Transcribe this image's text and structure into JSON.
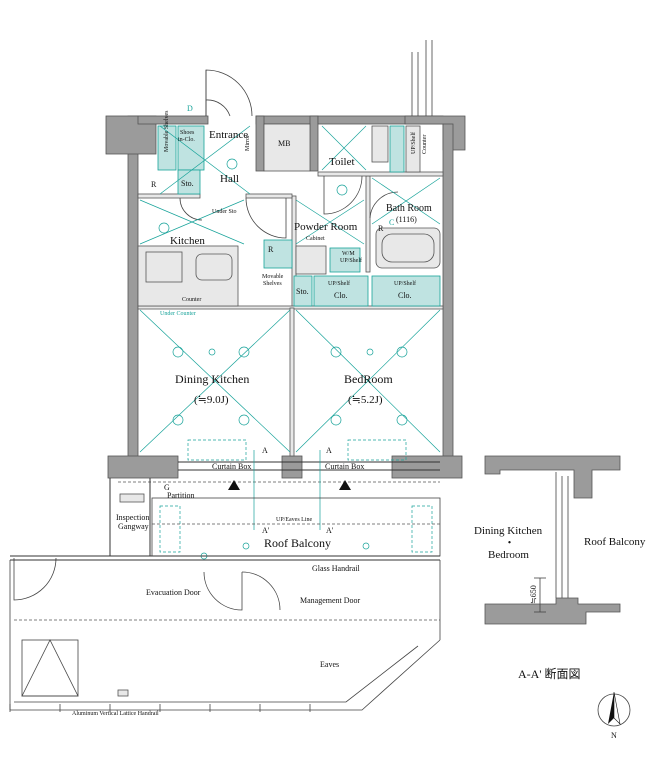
{
  "rooms": {
    "entrance": "Entrance",
    "mb": "MB",
    "toilet": "Toilet",
    "hall": "Hall",
    "kitchen": "Kitchen",
    "powder_room": "Powder Room",
    "bath_room": "Bath Room",
    "bath_size": "(1116)",
    "dining_kitchen": "Dining Kitchen",
    "dining_kitchen_area": "(≒9.0J)",
    "bedroom": "BedRoom",
    "bedroom_area": "(≒5.2J)",
    "roof_balcony": "Roof Balcony"
  },
  "fixtures": {
    "shoes_in_clo": "Shoes\nin-Clo.",
    "movable_shelves_left": "Movable Shelves",
    "mirror": "Mirror",
    "sto_hall": "Sto.",
    "r_hall": "R",
    "under_sto": "Under Sto",
    "counter": "Counter",
    "under_counter": "Under Counter",
    "r_kitchen": "R",
    "movable_shelves": "Movable\nShelves",
    "sto_mid": "Sto.",
    "cabinet": "Cabinet",
    "wm": "W/M",
    "up_shelf_wm": "UP/Shelf",
    "r_bath": "R",
    "up_shelf_toilet": "UP/Shelf",
    "counter_toilet": "Counter",
    "up_shelf_clo1": "UP/Shelf",
    "clo1": "Clo.",
    "up_shelf_clo2": "UP/Shelf",
    "clo2": "Clo.",
    "curtain_box_left": "Curtain Box",
    "curtain_box_right": "Curtain Box",
    "partition": "Partition",
    "inspection_gangway": "Inspection\nGangway",
    "up_eaves_line": "UP/Eaves Line",
    "glass_handrail": "Glass Handrail",
    "evacuation_door": "Evacuation Door",
    "management_door": "Management Door",
    "eaves": "Eaves",
    "lattice_handrail": "Aluminum Vertical Lattice Handrail",
    "d_mark": "D",
    "c_mark": "C",
    "g_mark": "G",
    "section_a": "A",
    "section_a_prime": "A'"
  },
  "section": {
    "dining_kitchen": "Dining Kitchen",
    "dot": "・",
    "bedroom": "Bedroom",
    "roof_balcony": "Roof Balcony",
    "height": "≒650",
    "title": "A-A' 断面図"
  },
  "compass": {
    "north": "N"
  }
}
